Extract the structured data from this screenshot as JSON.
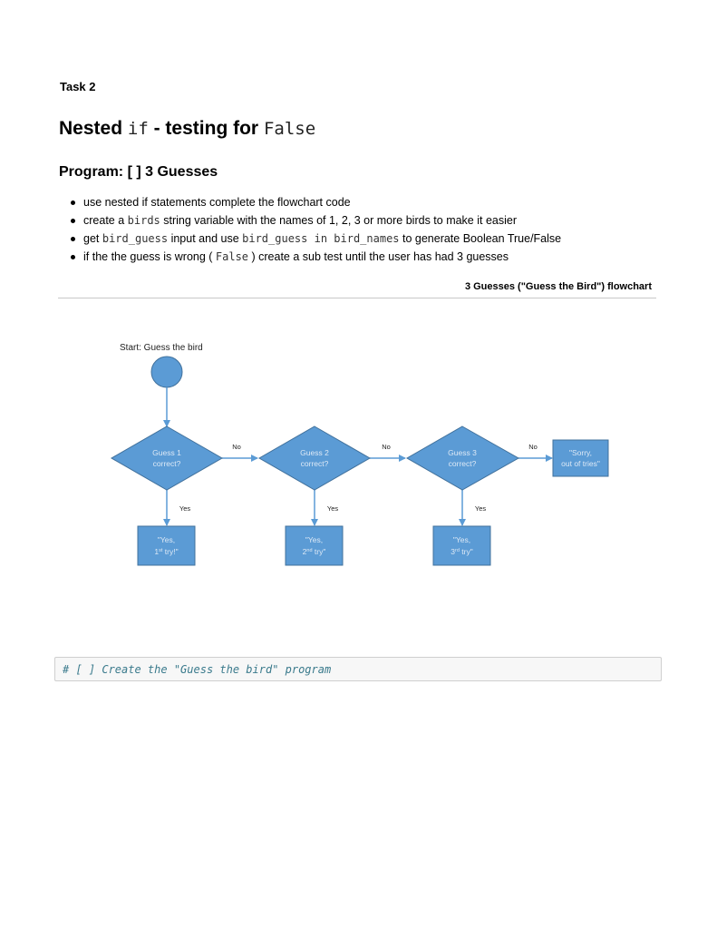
{
  "task_label": "Task 2",
  "title": {
    "prefix": "Nested",
    "code1": "if",
    "middle": "- testing for",
    "code2": "False"
  },
  "program_heading": "Program: [ ] 3 Guesses",
  "bullets": [
    {
      "parts": [
        {
          "text": "use nested if statements complete the flowchart code",
          "code": false
        }
      ]
    },
    {
      "parts": [
        {
          "text": "create a ",
          "code": false
        },
        {
          "text": "birds",
          "code": true
        },
        {
          "text": " string variable with the names of 1, 2, 3 or more birds to make it easier",
          "code": false
        }
      ]
    },
    {
      "parts": [
        {
          "text": "get ",
          "code": false
        },
        {
          "text": "bird_guess",
          "code": true
        },
        {
          "text": " input and use ",
          "code": false
        },
        {
          "text": "bird_guess in bird_names",
          "code": true
        },
        {
          "text": " to generate Boolean True/False",
          "code": false
        }
      ]
    },
    {
      "parts": [
        {
          "text": "if the the guess is wrong ( ",
          "code": false
        },
        {
          "text": "False",
          "code": true
        },
        {
          "text": " ) create a sub test until the user has had 3 guesses",
          "code": false
        }
      ]
    }
  ],
  "flowchart_caption": "3 Guesses (\"Guess the Bird\") flowchart",
  "flowchart": {
    "start_label": "Start: Guess the bird",
    "decisions": [
      {
        "line1": "Guess 1",
        "line2": "correct?"
      },
      {
        "line1": "Guess 2",
        "line2": "correct?"
      },
      {
        "line1": "Guess 3",
        "line2": "correct?"
      }
    ],
    "no_label": "No",
    "yes_label": "Yes",
    "fail_box": {
      "line1": "\"Sorry,",
      "line2": "out of tries\""
    },
    "results": [
      {
        "line1": "\"Yes,",
        "num": "1",
        "sup": "st",
        "rest": " try!\""
      },
      {
        "line1": "\"Yes,",
        "num": "2",
        "sup": "nd",
        "rest": " try\""
      },
      {
        "line1": "\"Yes,",
        "num": "3",
        "sup": "rd",
        "rest": " try\""
      }
    ],
    "colors": {
      "fill": "#5b9bd5",
      "stroke": "#41719c",
      "shape_text": "#dde9f6",
      "connector_text": "#222222"
    }
  },
  "code_cell": "# [ ] Create the \"Guess the bird\" program"
}
